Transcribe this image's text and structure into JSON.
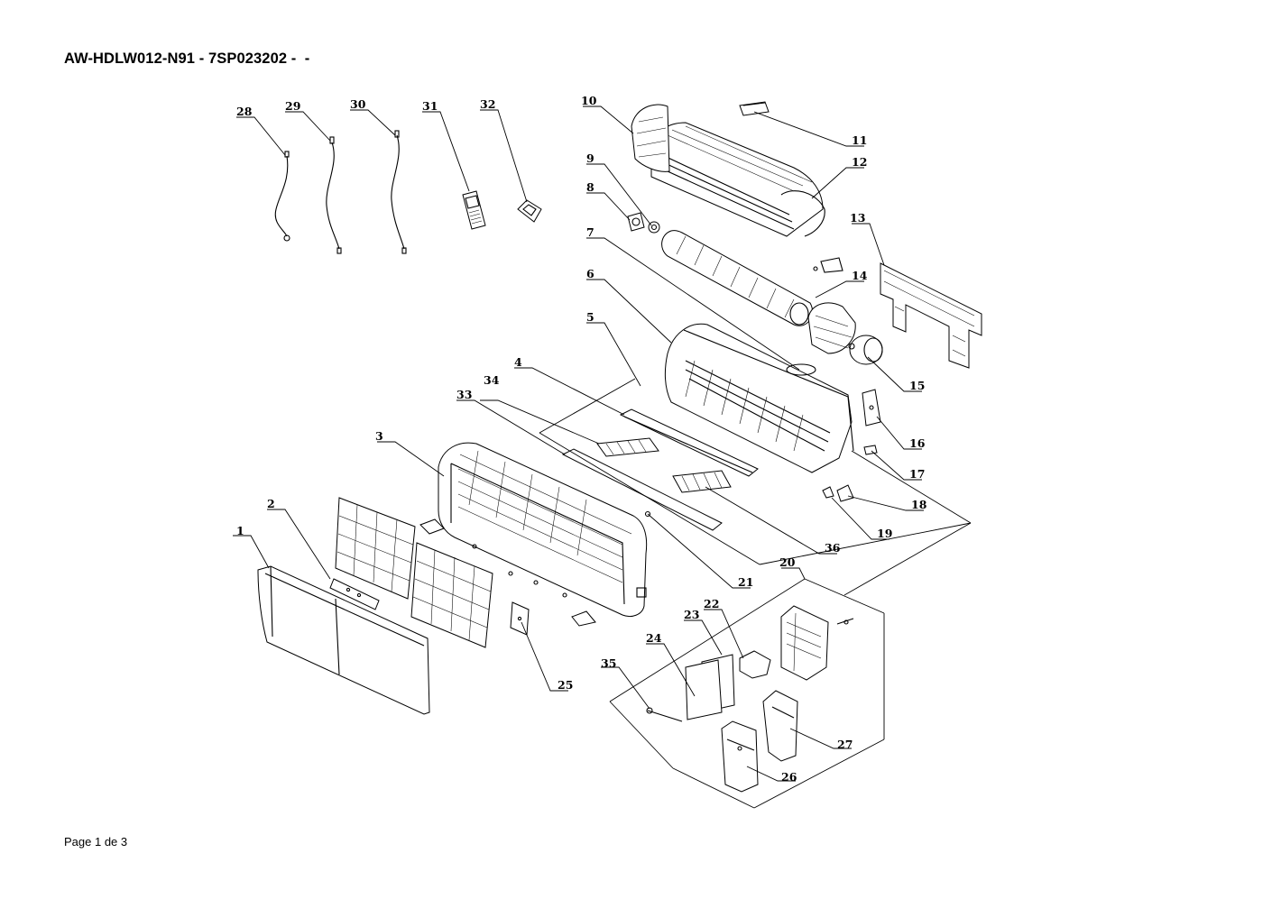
{
  "document": {
    "title": "AW-HDLW012-N91 - 7SP023202 -  -",
    "footer": "Page 1 de 3"
  },
  "diagram": {
    "part_numbers": [
      "1",
      "2",
      "3",
      "4",
      "5",
      "6",
      "7",
      "8",
      "9",
      "10",
      "11",
      "12",
      "13",
      "14",
      "15",
      "16",
      "17",
      "18",
      "19",
      "20",
      "21",
      "22",
      "23",
      "24",
      "25",
      "26",
      "27",
      "28",
      "29",
      "30",
      "31",
      "32",
      "33",
      "34",
      "35",
      "36"
    ],
    "colors": {
      "ink": "#000000",
      "paper": "#ffffff"
    }
  }
}
